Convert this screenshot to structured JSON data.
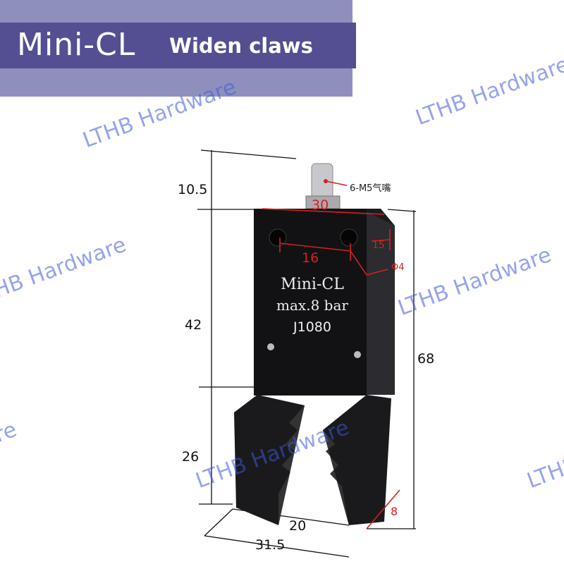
{
  "header": {
    "title": "Mini-CL",
    "subtitle": "Widen claws"
  },
  "product_label": {
    "line1": "Mini-CL",
    "line2": "max.8 bar",
    "line3": "J1080"
  },
  "dimensions": {
    "top_height": "10.5",
    "body_height": "42",
    "total_height": "68",
    "claw_height": "26",
    "claw_gap": "20",
    "claw_width": "31.5",
    "body_width": "30",
    "hole_spacing": "16",
    "body_depth": "15",
    "hole_diameter": "Φ4",
    "claw_thickness": "8",
    "air_nozzle": "6-M5气嘴"
  },
  "watermark": {
    "text": "LTHB Hardware",
    "partial_1": "HB Hardware",
    "partial_2": "re"
  },
  "colors": {
    "band_light": "#8f8fbe",
    "band_dark": "#534f92",
    "dimension_red": "#d42020",
    "watermark": "#3c5adc"
  }
}
